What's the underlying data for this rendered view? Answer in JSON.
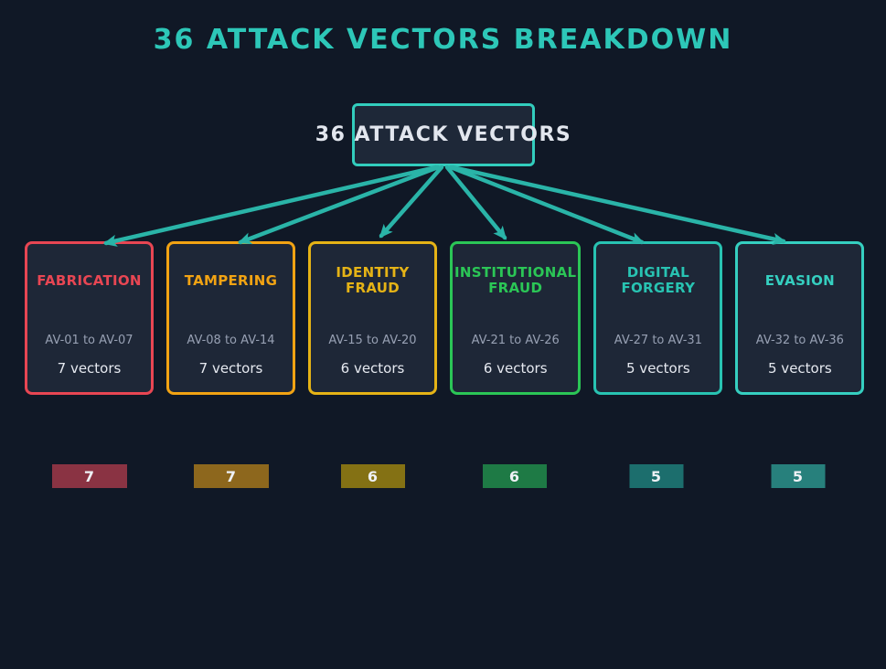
{
  "page": {
    "title": "36 ATTACK VECTORS BREAKDOWN",
    "background_color": "#101826",
    "accent_color": "#2dc7b8",
    "arrow_color": "#2ab4a8"
  },
  "root_node": {
    "label": "36 ATTACK VECTORS",
    "border_color": "#32cdbd",
    "fill_color": "#1e2838"
  },
  "categories": [
    {
      "name": "FABRICATION",
      "range": "AV-01 to AV-07",
      "vectors_label": "7 vectors",
      "count": 7,
      "color": "#e84653",
      "bar_color": "#8a3343"
    },
    {
      "name": "TAMPERING",
      "range": "AV-08 to AV-14",
      "vectors_label": "7 vectors",
      "count": 7,
      "color": "#f2a313",
      "bar_color": "#8d671d"
    },
    {
      "name": "IDENTITY FRAUD",
      "range": "AV-15 to AV-20",
      "vectors_label": "6 vectors",
      "count": 6,
      "color": "#e5b316",
      "bar_color": "#847114"
    },
    {
      "name": "INSTITUTIONAL FRAUD",
      "range": "AV-21 to AV-26",
      "vectors_label": "6 vectors",
      "count": 6,
      "color": "#2bc656",
      "bar_color": "#1e7a45"
    },
    {
      "name": "DIGITAL FORGERY",
      "range": "AV-27 to AV-31",
      "vectors_label": "5 vectors",
      "count": 5,
      "color": "#28c3b2",
      "bar_color": "#1c6e6d"
    },
    {
      "name": "EVASION",
      "range": "AV-32 to AV-36",
      "vectors_label": "5 vectors",
      "count": 5,
      "color": "#35cfc0",
      "bar_color": "#27807c"
    }
  ],
  "chart_data": {
    "type": "bar",
    "categories": [
      "FABRICATION",
      "TAMPERING",
      "IDENTITY FRAUD",
      "INSTITUTIONAL FRAUD",
      "DIGITAL FORGERY",
      "EVASION"
    ],
    "values": [
      7,
      7,
      6,
      6,
      5,
      5
    ],
    "title": "36 ATTACK VECTORS BREAKDOWN",
    "xlabel": "",
    "ylabel": "",
    "data_labels_shown": true
  }
}
